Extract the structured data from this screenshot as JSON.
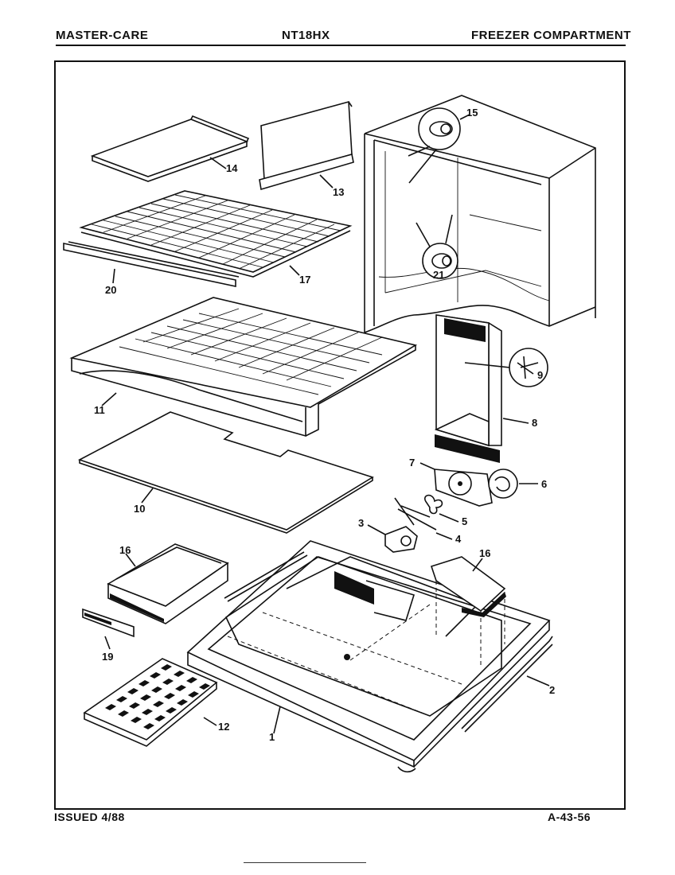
{
  "header": {
    "brand": "MASTER-CARE",
    "model": "NT18HX",
    "section": "FREEZER COMPARTMENT"
  },
  "footer": {
    "issued": "ISSUED 4/88",
    "page_code": "A-43-56"
  },
  "callouts": {
    "c1": "1",
    "c2": "2",
    "c3": "3",
    "c4": "4",
    "c5": "5",
    "c6": "6",
    "c7": "7",
    "c8": "8",
    "c9": "9",
    "c10": "10",
    "c11": "11",
    "c12": "12",
    "c13": "13",
    "c14": "14",
    "c15": "15",
    "c16a": "16",
    "c16b": "16",
    "c17": "17",
    "c19": "19",
    "c20": "20",
    "c21": "21"
  }
}
